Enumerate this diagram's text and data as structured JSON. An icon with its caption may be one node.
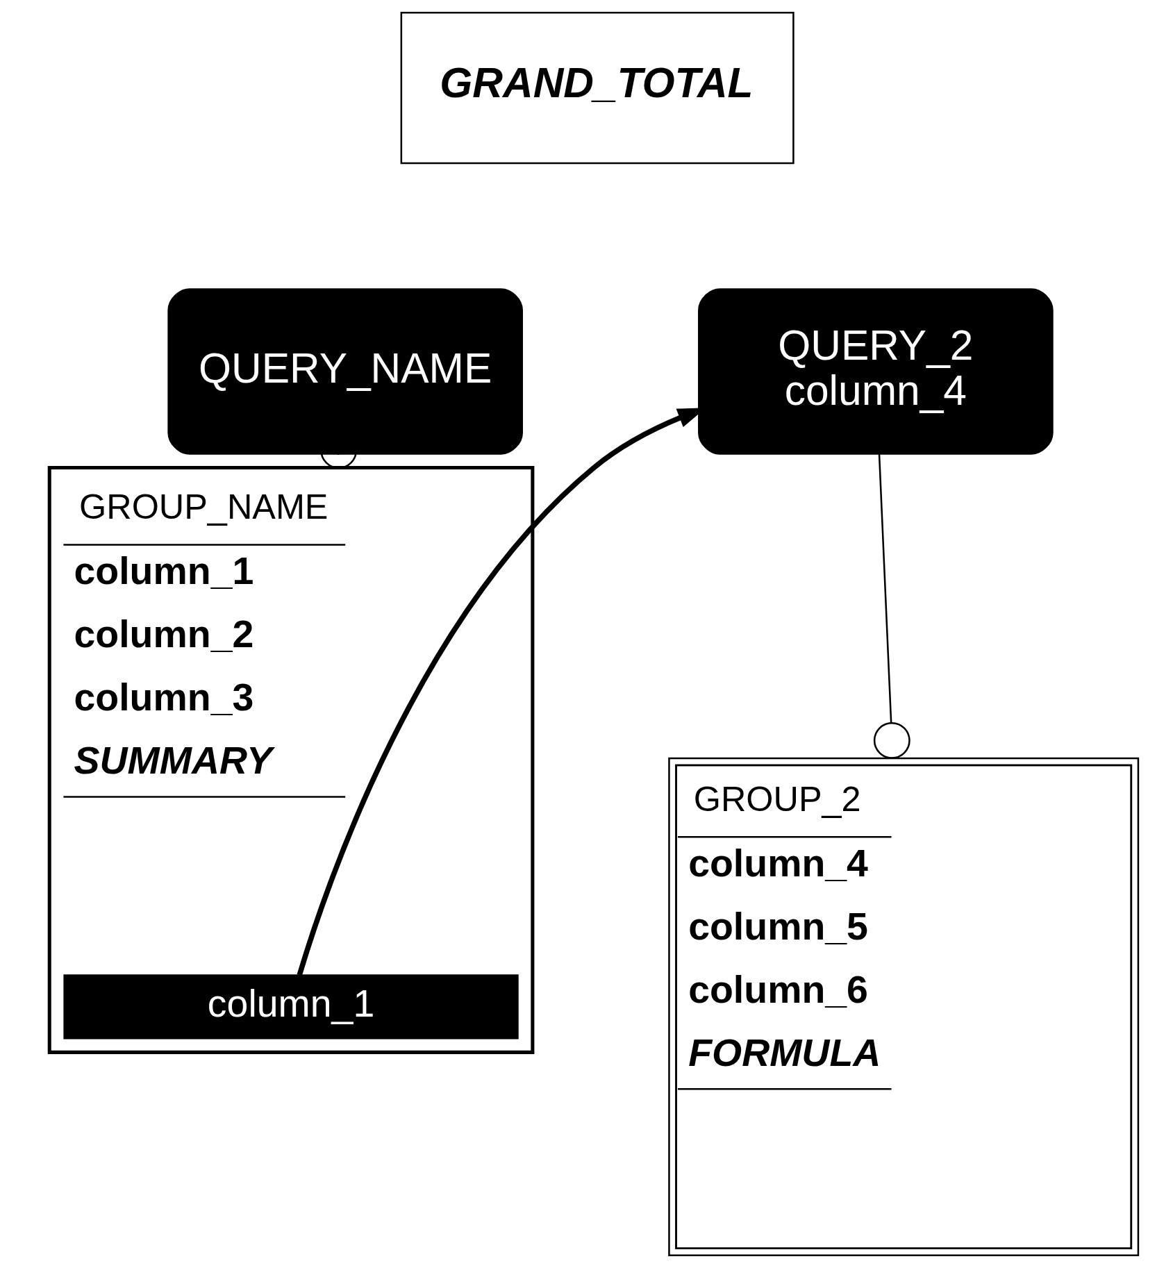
{
  "diagram": {
    "nodes": [
      {
        "text": [
          "GRAND_TOTAL"
        ]
      },
      {
        "text": [
          "QUERY_NAME"
        ]
      },
      {
        "text": [
          "QUERY_2",
          "column_4"
        ]
      },
      {
        "text": [
          "GROUP_NAME",
          "column_1",
          "column_2",
          "column_3",
          "SUMMARY"
        ]
      },
      {
        "text": [
          "column_1"
        ],
        "in": 3
      },
      {
        "text": [
          "GROUP_2",
          "column_4",
          "column_5",
          "column_6",
          "FORMULA"
        ]
      }
    ],
    "edges": [
      {
        "from": 1,
        "to": 3,
        "arrow": "other"
      },
      {
        "from": 2,
        "to": 5,
        "arrow": "other"
      },
      {
        "from": 4,
        "to": 2,
        "arrow": "to",
        "style": "thick"
      }
    ]
  }
}
